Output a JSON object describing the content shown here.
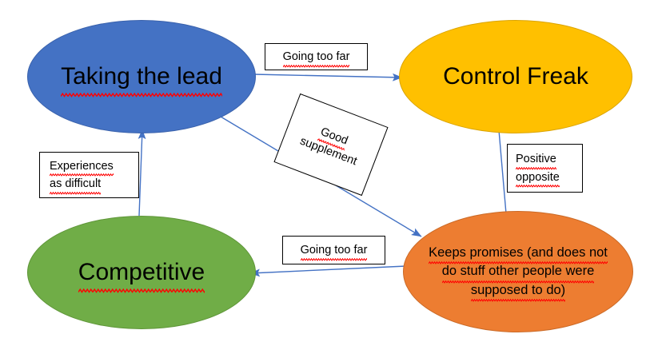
{
  "diagram": {
    "title": "Taking the lead / Control Freak behaviour loop",
    "background": "#ffffff",
    "edge_color": "#4472C4",
    "spellcheck_underline_color": "#FF0000",
    "nodes": [
      {
        "id": "taking-the-lead",
        "label": "Taking the lead",
        "shape": "ellipse",
        "fill": "#4472C4",
        "stroke": "#3A62AC",
        "text_color": "#000000"
      },
      {
        "id": "control-freak",
        "label": "Control Freak",
        "shape": "ellipse",
        "fill": "#FFC000",
        "stroke": "#DBA400",
        "text_color": "#000000"
      },
      {
        "id": "competitive",
        "label": "Competitive",
        "shape": "ellipse",
        "fill": "#70AD47",
        "stroke": "#5F9639",
        "text_color": "#000000"
      },
      {
        "id": "keeps-promises",
        "label": "Keeps promises (and does not do stuff other people were supposed to do)",
        "label_lines": [
          "Keeps promises (and does not",
          "do stuff other people were",
          "supposed to do)"
        ],
        "shape": "ellipse",
        "fill": "#ED7D31",
        "stroke": "#CB6A27",
        "text_color": "#000000"
      }
    ],
    "edges": [
      {
        "id": "taking-the-lead-to-control-freak",
        "from": "taking-the-lead",
        "to": "control-freak",
        "label": "Going too far",
        "label_lines": [
          "Going too far"
        ],
        "direction": "right"
      },
      {
        "id": "taking-the-lead-to-keeps-promises",
        "from": "taking-the-lead",
        "to": "keeps-promises",
        "label": "Good supplement",
        "label_lines": [
          "Good",
          "supplement"
        ],
        "direction": "down-right",
        "label_rotation_deg": 21
      },
      {
        "id": "control-freak-to-keeps-promises",
        "from": "control-freak",
        "to": "keeps-promises",
        "label": "Positive opposite",
        "label_lines": [
          "Positive",
          "opposite"
        ],
        "direction": "down"
      },
      {
        "id": "keeps-promises-to-competitive",
        "from": "keeps-promises",
        "to": "competitive",
        "label": "Going too far",
        "label_lines": [
          "Going too far"
        ],
        "direction": "left"
      },
      {
        "id": "competitive-to-taking-the-lead",
        "from": "competitive",
        "to": "taking-the-lead",
        "label": "Experiences as difficult",
        "label_lines": [
          "Experiences",
          "as difficult"
        ],
        "direction": "up"
      }
    ]
  }
}
